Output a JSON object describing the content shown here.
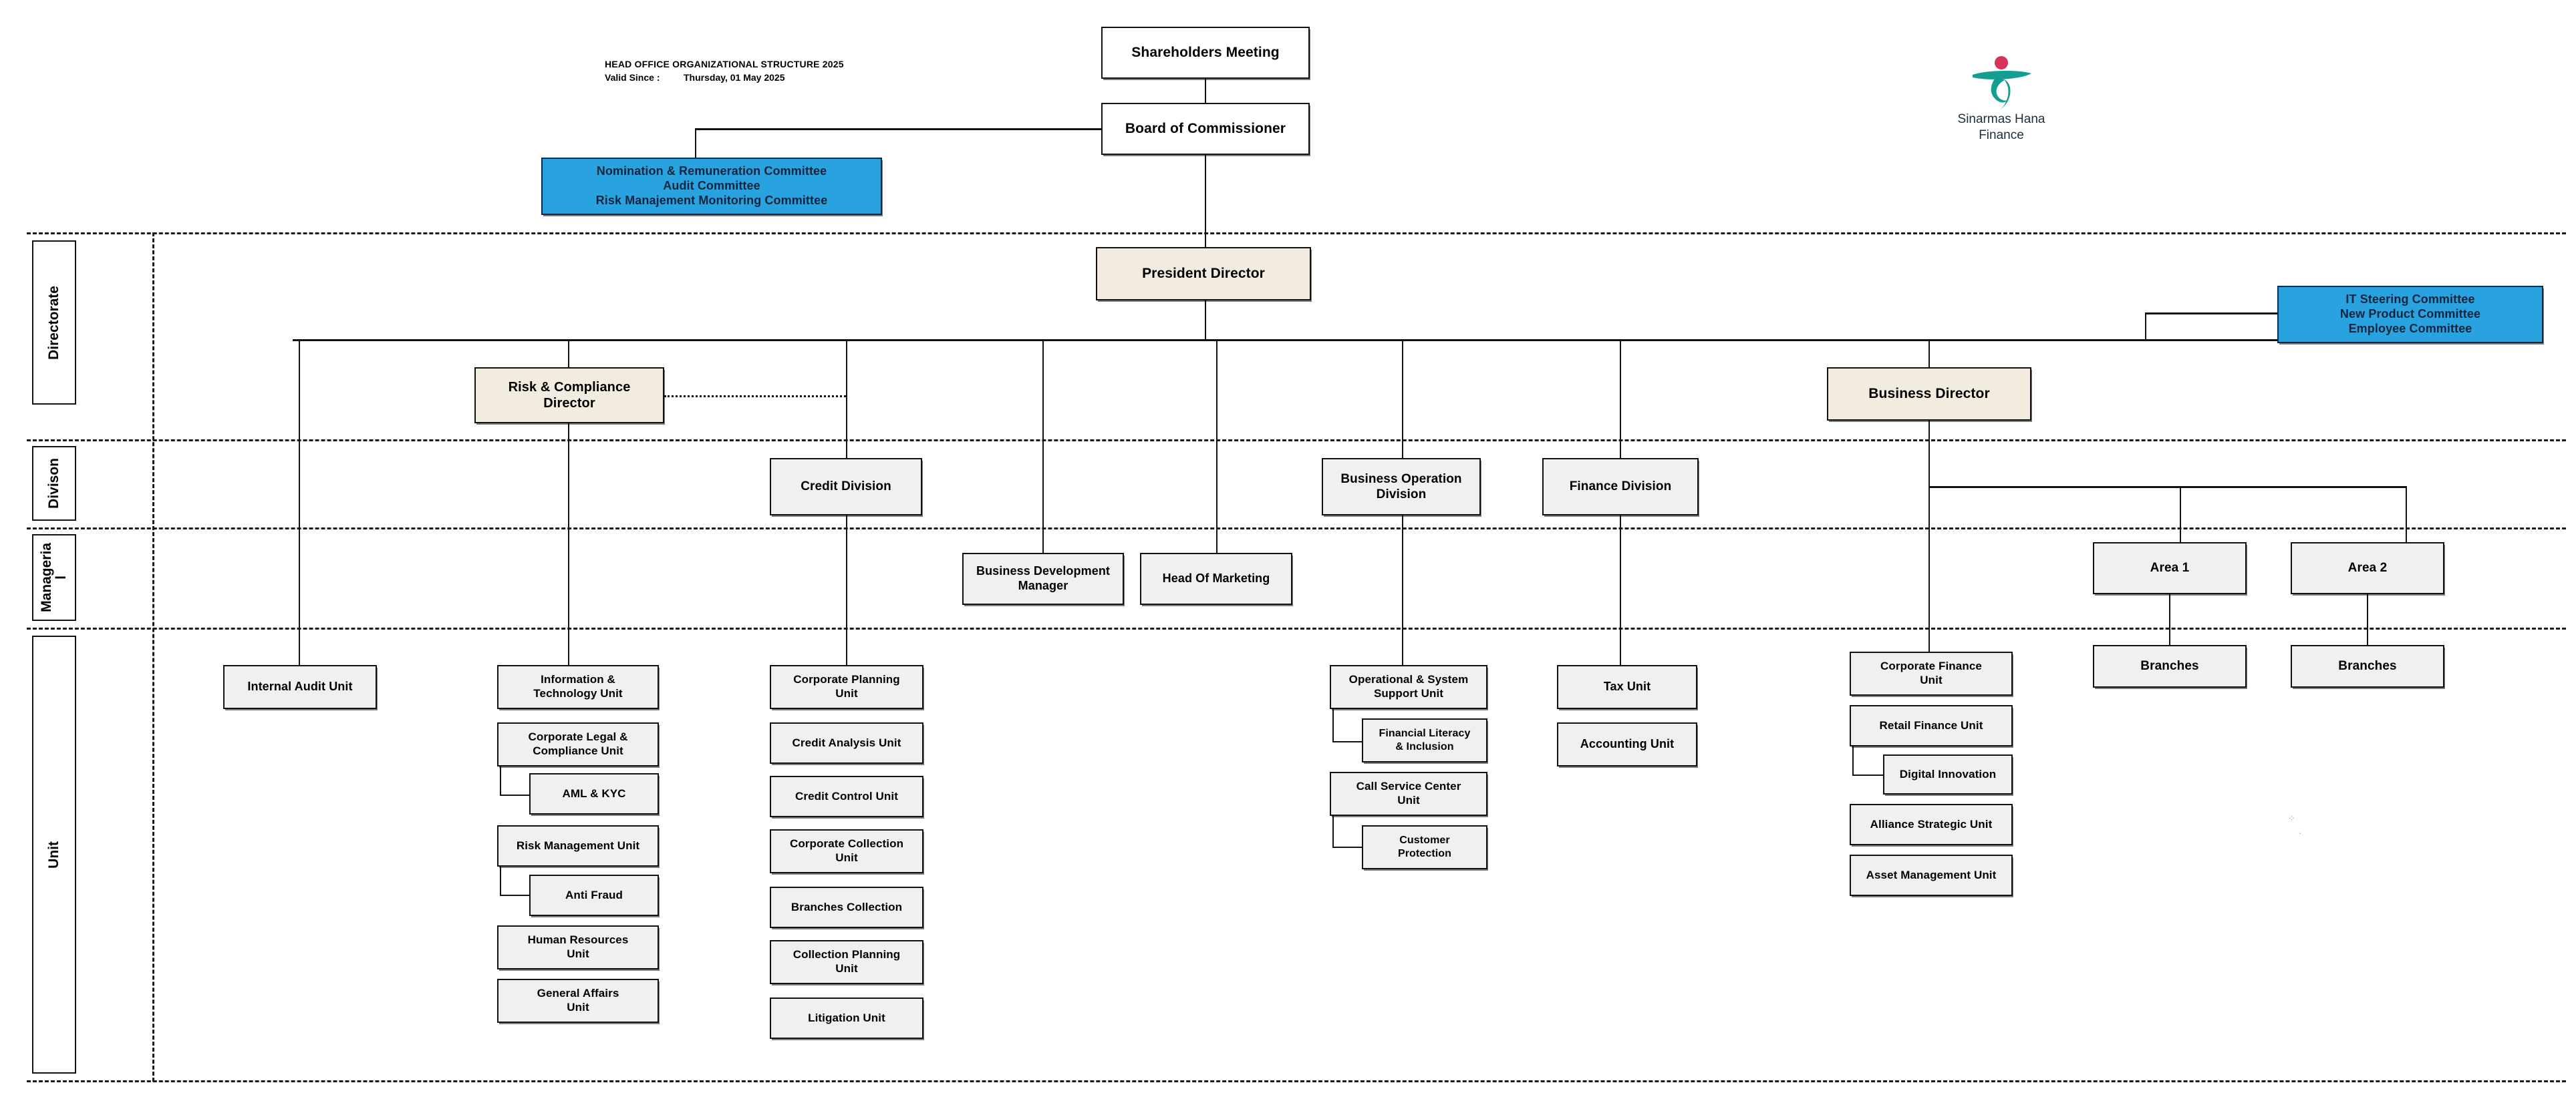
{
  "document": {
    "title_line1": "HEAD OFFICE ORGANIZATIONAL STRUCTURE 2025",
    "valid_since_label": "Valid Since :",
    "valid_since_value": "Thursday, 01 May 2025"
  },
  "brand": {
    "name_line1": "Sinarmas Hana",
    "name_line2": "Finance",
    "teal": "#149e91",
    "red": "#d6335b"
  },
  "colors": {
    "committee_blue": "#29a3e0",
    "director_cream": "#f2ece0",
    "division_gray": "#eef0f2",
    "unit_white": "#ffffff",
    "line": "#111111"
  },
  "bands": [
    {
      "key": "directorate",
      "label": "Directorate"
    },
    {
      "key": "division",
      "label": "Divison"
    },
    {
      "key": "managerial",
      "label": "Manageria\nl"
    },
    {
      "key": "unit",
      "label": "Unit"
    }
  ],
  "nodes": {
    "shareholders_meeting": "Shareholders Meeting",
    "board_of_commissioner": "Board of Commissioner",
    "commissioner_committees": "Nomination & Remuneration Committee\nAudit Committee\nRisk Manajement Monitoring Committee",
    "president_director": "President Director",
    "director_committees": "IT Steering Committee\nNew Product Committee\nEmployee Committee",
    "risk_compliance_director": "Risk & Compliance\nDirector",
    "business_director": "Business Director",
    "credit_division": "Credit Division",
    "business_operation_division": "Business Operation\nDivision",
    "finance_division": "Finance Division",
    "business_development_manager": "Business Development\nManager",
    "head_of_marketing": "Head Of Marketing",
    "area_1": "Area 1",
    "area_2": "Area 2",
    "branches_1": "Branches",
    "branches_2": "Branches",
    "internal_audit_unit": "Internal Audit Unit"
  },
  "columns": {
    "risk_compliance_units": [
      {
        "label": "Information &\nTechnology Unit",
        "indent": false
      },
      {
        "label": "Corporate Legal &\nCompliance Unit",
        "indent": false
      },
      {
        "label": "AML & KYC",
        "indent": true
      },
      {
        "label": "Risk Management Unit",
        "indent": false
      },
      {
        "label": "Anti Fraud",
        "indent": true
      },
      {
        "label": "Human Resources\nUnit",
        "indent": false
      },
      {
        "label": "General Affairs\nUnit",
        "indent": false
      }
    ],
    "credit_units": [
      {
        "label": "Corporate Planning\nUnit",
        "indent": false
      },
      {
        "label": "Credit Analysis Unit",
        "indent": false
      },
      {
        "label": "Credit Control Unit",
        "indent": false
      },
      {
        "label": "Corporate Collection\nUnit",
        "indent": false
      },
      {
        "label": "Branches Collection",
        "indent": false
      },
      {
        "label": "Collection Planning\nUnit",
        "indent": false
      },
      {
        "label": "Litigation Unit",
        "indent": false
      }
    ],
    "business_operation_units": [
      {
        "label": "Operational & System\nSupport Unit",
        "indent": false
      },
      {
        "label": "Financial Literacy\n&  Inclusion",
        "indent": true
      },
      {
        "label": "Call Service Center\nUnit",
        "indent": false
      },
      {
        "label": "Customer\nProtection",
        "indent": true
      }
    ],
    "finance_units": [
      {
        "label": "Tax Unit",
        "indent": false
      },
      {
        "label": "Accounting Unit",
        "indent": false
      }
    ],
    "business_director_units": [
      {
        "label": "Corporate Finance\nUnit",
        "indent": false
      },
      {
        "label": "Retail Finance Unit",
        "indent": false
      },
      {
        "label": "Digital Innovation",
        "indent": true
      },
      {
        "label": "Alliance Strategic Unit",
        "indent": false
      },
      {
        "label": "Asset Management Unit",
        "indent": false
      }
    ]
  }
}
